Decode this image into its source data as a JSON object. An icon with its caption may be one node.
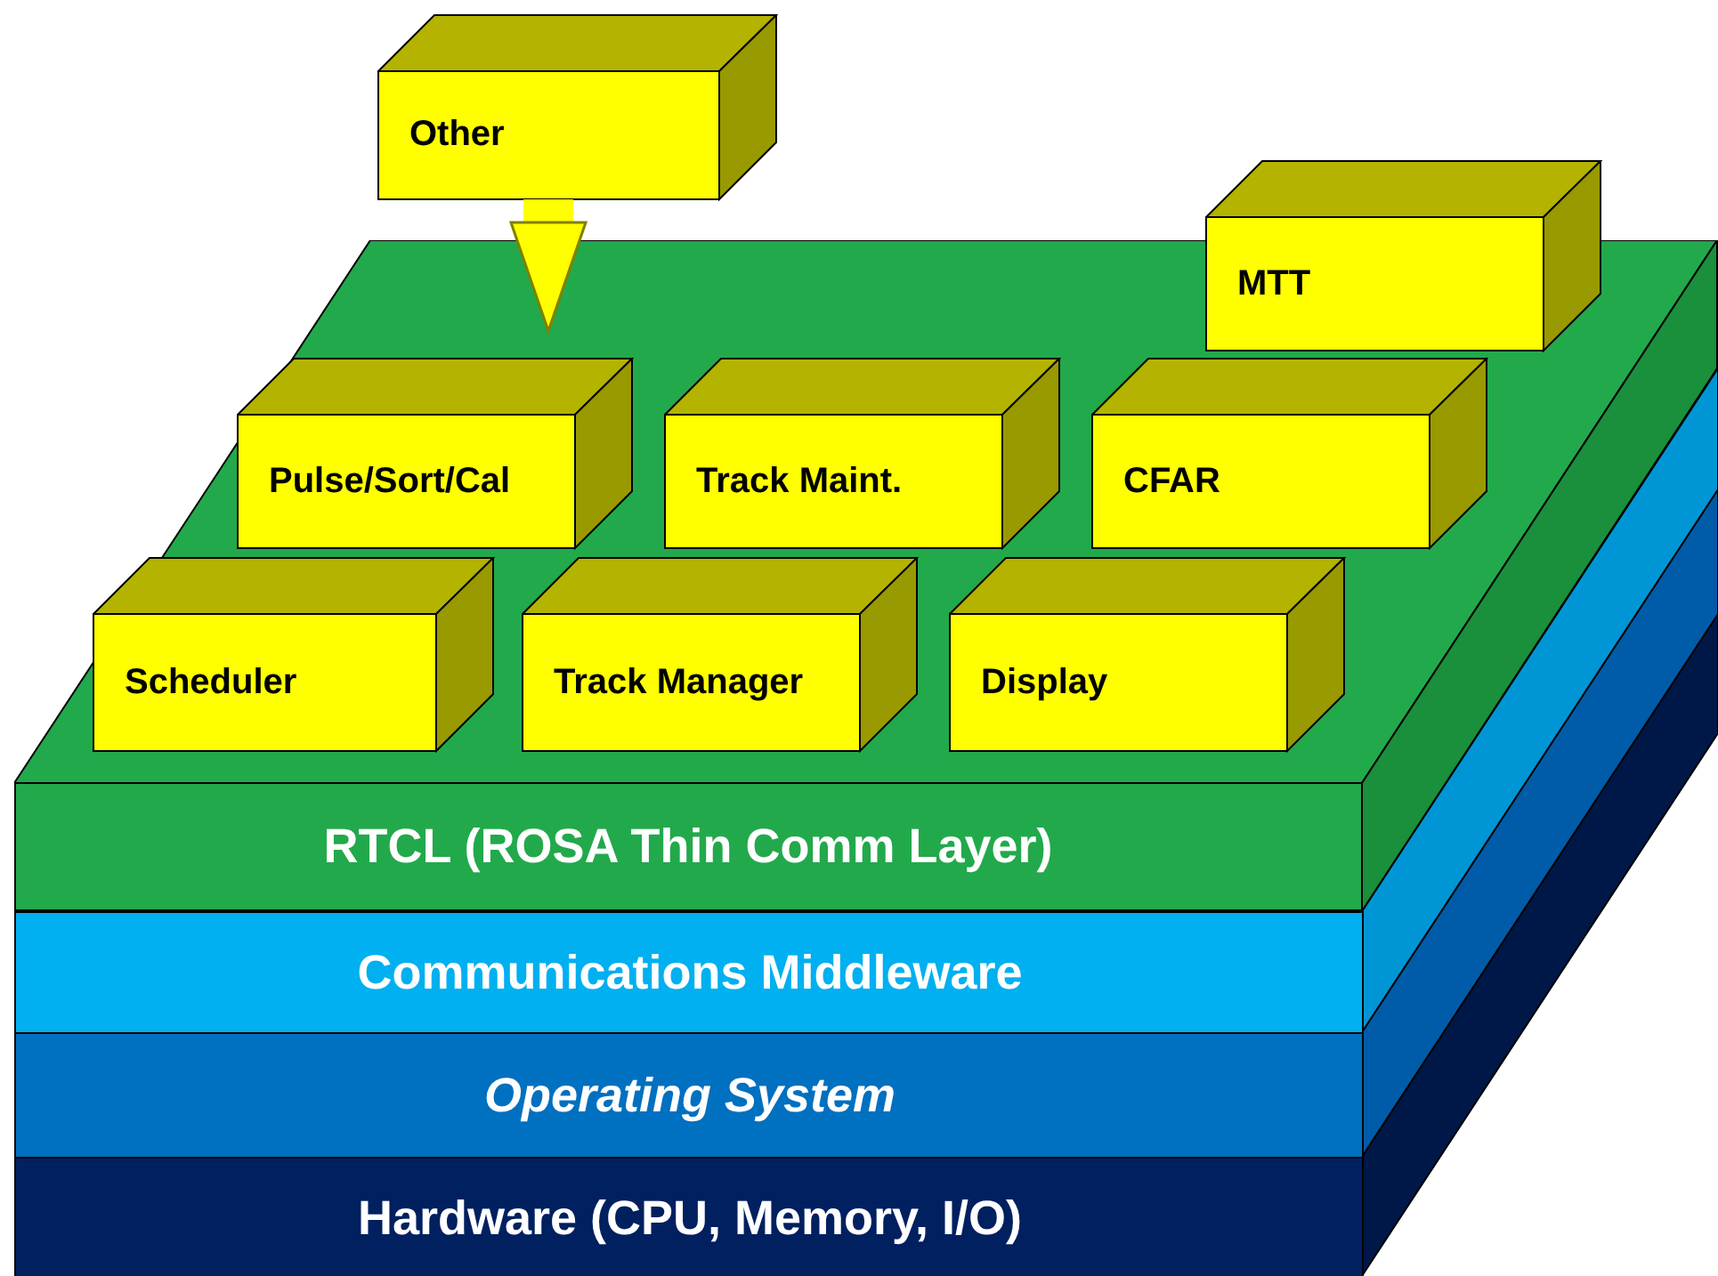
{
  "diagram": {
    "nodes": [
      {
        "text": [
          "Other"
        ]
      },
      {
        "text": [
          "RTCL (ROSA Thin Comm Layer)"
        ]
      },
      {
        "text": [
          "MTT"
        ]
      },
      {
        "text": [
          "Pulse/Sort/Cal"
        ],
        "in": 1
      },
      {
        "text": [
          "Track Maint."
        ],
        "in": 1
      },
      {
        "text": [
          "CFAR"
        ],
        "in": 1
      },
      {
        "text": [
          "Scheduler"
        ],
        "in": 1
      },
      {
        "text": [
          "Track Manager"
        ],
        "in": 1
      },
      {
        "text": [
          "Display"
        ],
        "in": 1
      },
      {
        "text": [
          "Communications Middleware"
        ]
      },
      {
        "text": [
          "Operating System"
        ]
      },
      {
        "text": [
          "Hardware (CPU, Memory, I/O)"
        ]
      }
    ],
    "edges": [
      {
        "from": 0,
        "to": 1,
        "arrow": "to"
      }
    ]
  }
}
